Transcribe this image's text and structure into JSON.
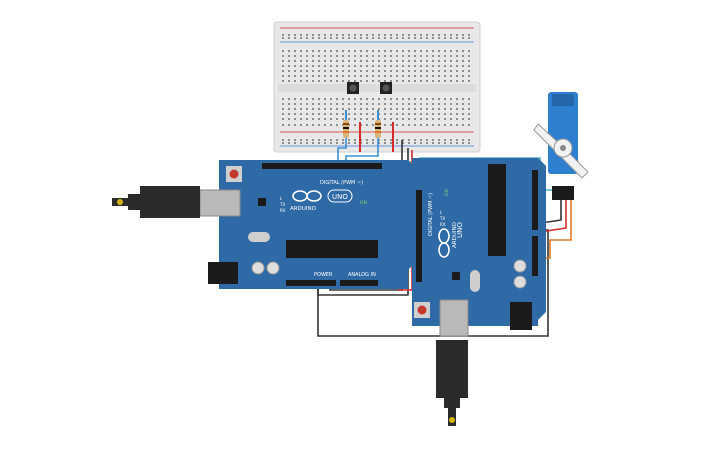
{
  "canvas": {
    "background": "#ffffff"
  },
  "colors": {
    "board": "#2e6aa5",
    "board_dark": "#1f4f7f",
    "breadboard": "#e9e9e9",
    "servo": "#2f7fd1",
    "wire_black": "#333333",
    "wire_red": "#d42a2a",
    "wire_blue": "#3a8fd6",
    "wire_green": "#2fa84f",
    "wire_teal": "#4fb3c8",
    "wire_orange": "#e07a2a"
  },
  "board1": {
    "brand": "ARDUINO",
    "model": "UNO",
    "header_digital": "DIGITAL (PWM ~)",
    "header_power": "POWER",
    "header_analog": "ANALOG IN",
    "on_label": "ON",
    "tx_label": "TX",
    "rx_label": "RX",
    "l_label": "L"
  },
  "board2": {
    "brand": "ARDUINO",
    "model": "UNO",
    "header_digital": "DIGITAL (PWM ~)",
    "on_label": "ON",
    "tx_label": "TX",
    "rx_label": "RX",
    "l_label": "L"
  },
  "icons": {
    "usb_cable_left": "usb-cable-icon",
    "usb_cable_bottom": "usb-cable-icon",
    "servo": "servo-motor-icon",
    "pushbutton": "pushbutton-icon",
    "resistor": "resistor-icon"
  }
}
